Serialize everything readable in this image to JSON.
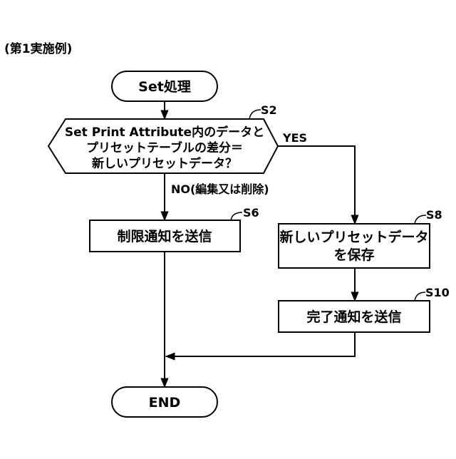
{
  "embodiment_label": "(第1実施例)",
  "steps": {
    "start": {
      "text": "Set処理"
    },
    "s2": {
      "step_id": "S2",
      "lines": [
        "Set Print Attribute内のデータと",
        "プリセットテーブルの差分＝",
        "新しいプリセットデータ？"
      ],
      "yes_label": "YES",
      "no_label": "NO(編集又は削除)"
    },
    "s6": {
      "step_id": "S6",
      "text": "制限通知を送信"
    },
    "s8": {
      "step_id": "S8",
      "lines": [
        "新しいプリセットデータ",
        "を保存"
      ]
    },
    "s10": {
      "step_id": "S10",
      "text": "完了通知を送信"
    },
    "end": {
      "text": "END"
    }
  }
}
